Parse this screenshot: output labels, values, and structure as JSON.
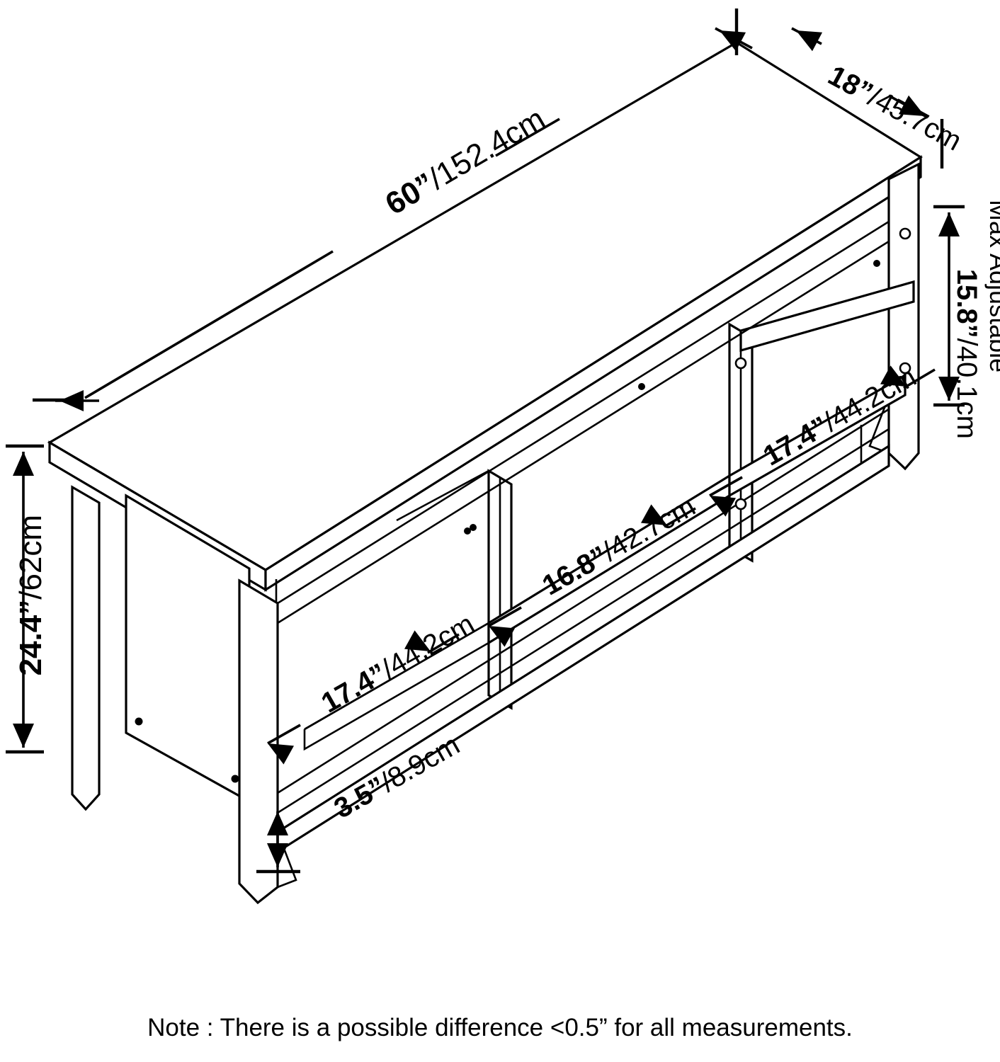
{
  "diagram": {
    "product_type": "tv-stand-console",
    "view": "isometric",
    "line_color": "#000000",
    "background_color": "#ffffff",
    "dimensions": {
      "width": {
        "id": "overall-width",
        "imperial": "60”",
        "metric": "/152.4cm",
        "full": "60”/152.4cm"
      },
      "depth": {
        "id": "overall-depth",
        "imperial": "18”",
        "metric": "/45.7cm",
        "full": "18”/45.7cm"
      },
      "height": {
        "id": "overall-height",
        "imperial": "24.4”",
        "metric": "/62cm",
        "full": "24.4”/62cm"
      },
      "max_adjustable": {
        "id": "max-adjustable-shelf-height",
        "label": "Max Adjustable",
        "imperial": "15.8”",
        "metric": "/40.1cm",
        "full": "15.8”/40.1cm"
      },
      "right_compartment": {
        "id": "right-compartment-width",
        "imperial": "17.4”",
        "metric": "/44.2cm",
        "full": "17.4”/44.2cm"
      },
      "center_compartment": {
        "id": "center-compartment-width",
        "imperial": "16.8”",
        "metric": "/42.7cm",
        "full": "16.8”/42.7cm"
      },
      "left_compartment": {
        "id": "left-compartment-width",
        "imperial": "17.4”",
        "metric": "/44.2cm",
        "full": "17.4”/44.2cm"
      },
      "floor_clearance": {
        "id": "floor-clearance",
        "imperial": "3.5”",
        "metric": "/8.9cm",
        "full": "3.5”/8.9cm"
      }
    }
  },
  "note": {
    "text": "Note : There is a possible difference <0.5” for all measurements."
  }
}
